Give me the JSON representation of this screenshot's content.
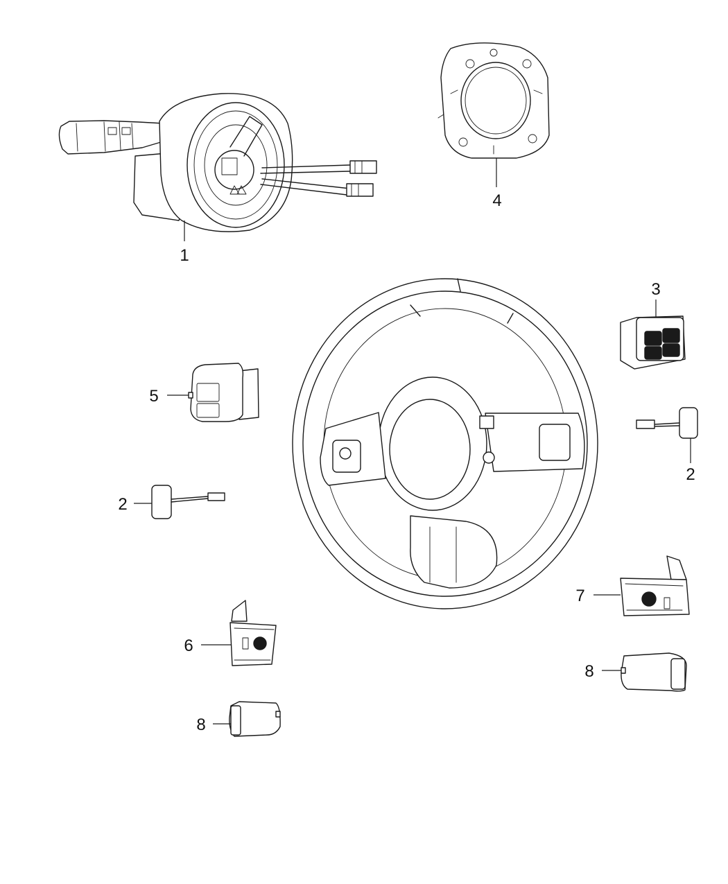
{
  "diagram": {
    "callouts": [
      {
        "id": "c1",
        "label": "1",
        "part": "clockspring-and-multifunction-switch"
      },
      {
        "id": "c2-left",
        "label": "2",
        "part": "switch-jumper-left"
      },
      {
        "id": "c2-right",
        "label": "2",
        "part": "switch-jumper-right"
      },
      {
        "id": "c3",
        "label": "3",
        "part": "right-steering-wheel-switch"
      },
      {
        "id": "c4",
        "label": "4",
        "part": "switch-mounting-bracket"
      },
      {
        "id": "c5",
        "label": "5",
        "part": "left-steering-wheel-switch"
      },
      {
        "id": "c6",
        "label": "6",
        "part": "left-paddle-shifter"
      },
      {
        "id": "c7",
        "label": "7",
        "part": "right-paddle-shifter"
      },
      {
        "id": "c8-left",
        "label": "8",
        "part": "left-switch-cover"
      },
      {
        "id": "c8-right",
        "label": "8",
        "part": "right-switch-cover"
      }
    ],
    "colors": {
      "line": "#1a1a1a",
      "background": "#ffffff"
    }
  }
}
